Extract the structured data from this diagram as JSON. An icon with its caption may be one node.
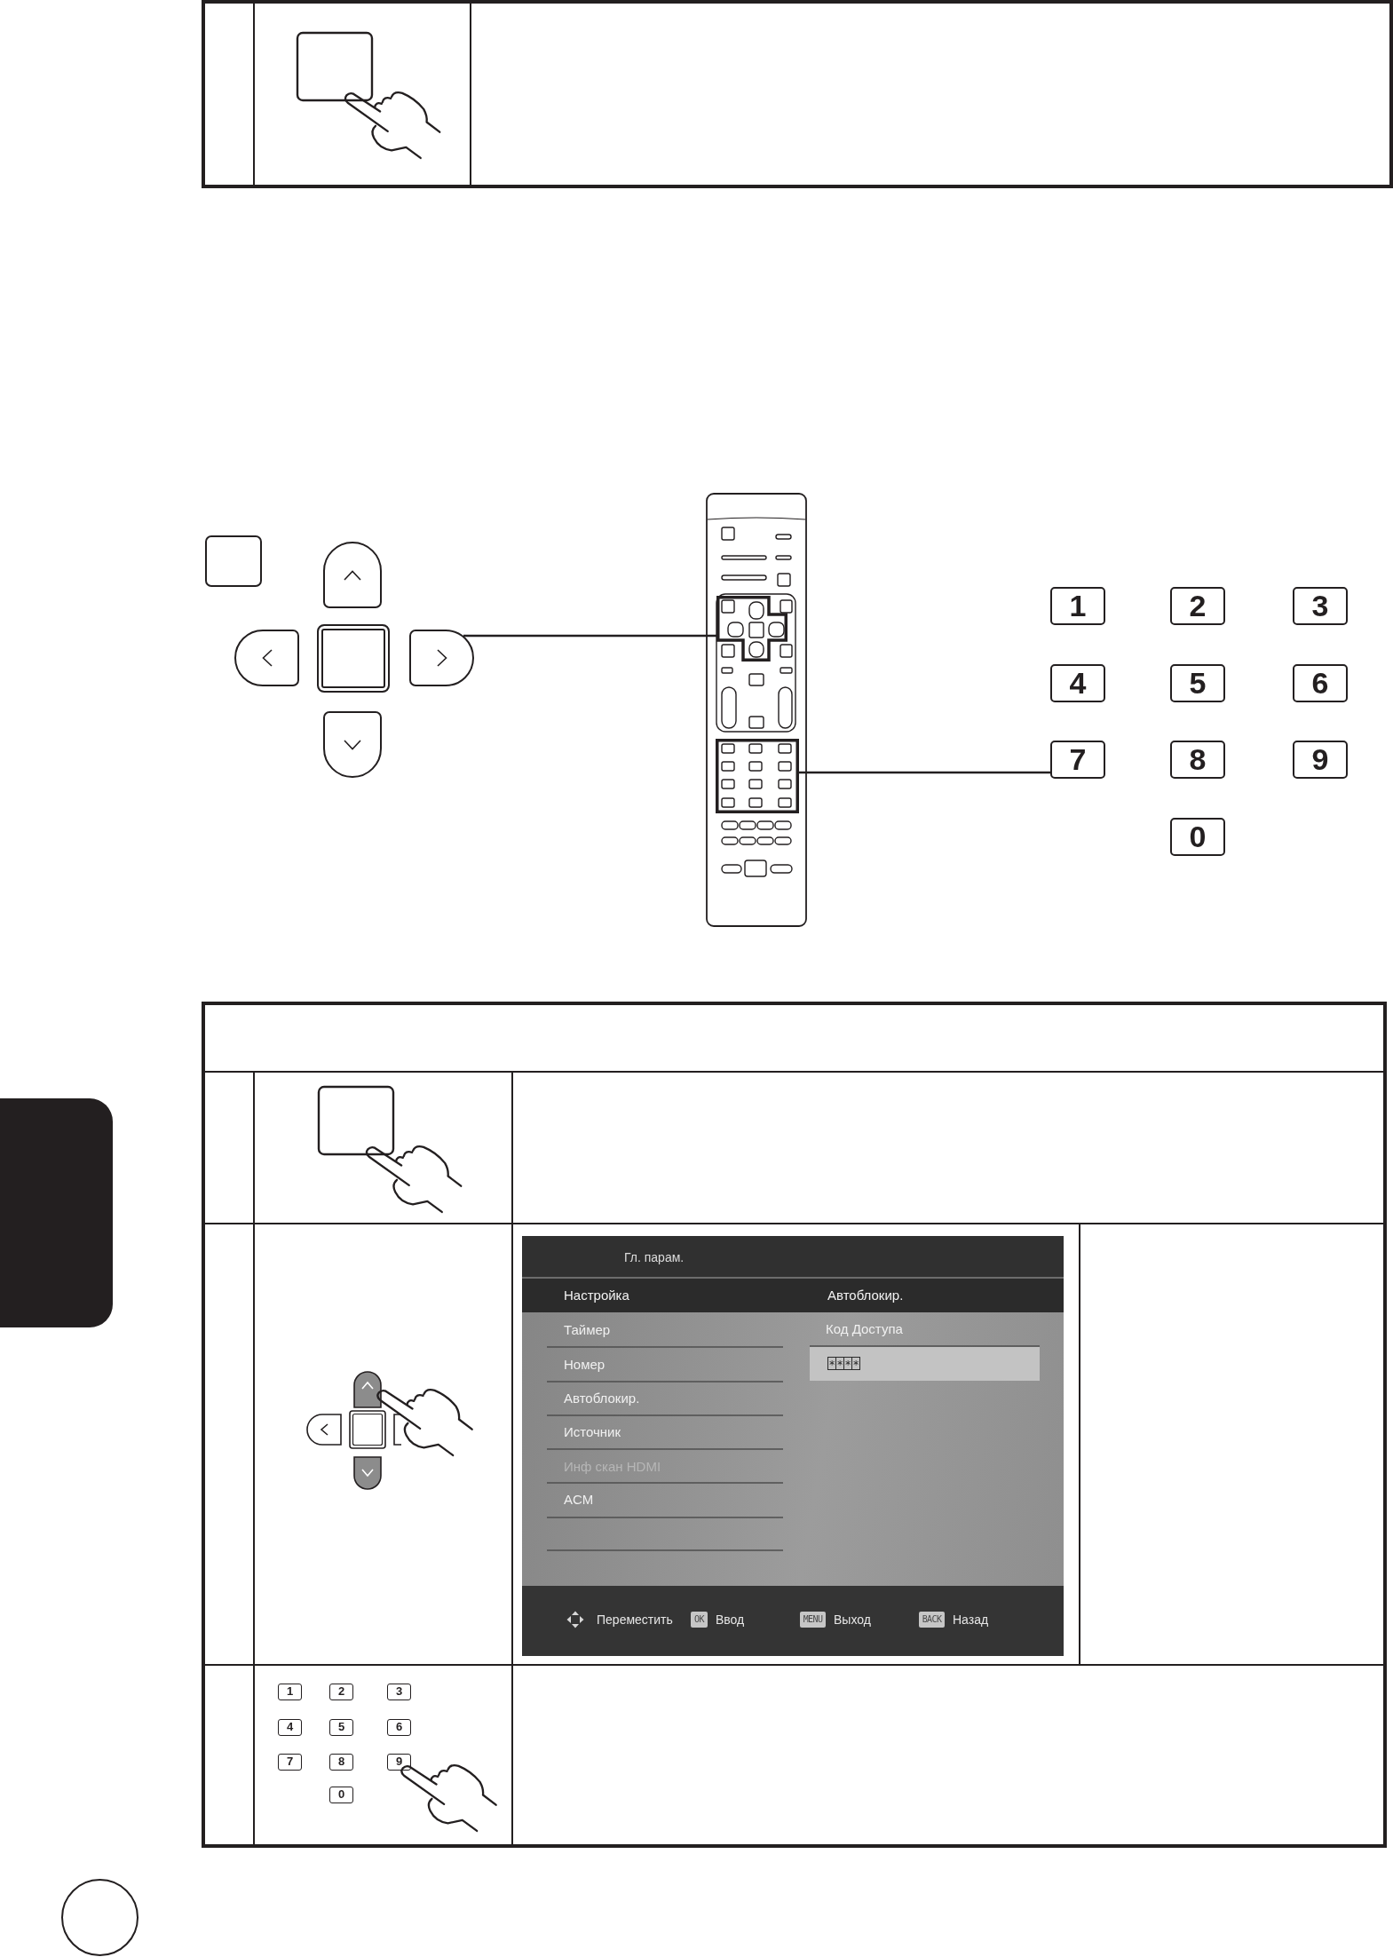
{
  "diagram": {
    "nodes": [
      {
        "text": [],
        "shape": "box"
      },
      {
        "text": [],
        "shape": "box"
      },
      {
        "text": [],
        "shape": "box"
      },
      {
        "text": [],
        "shape": "box"
      },
      {
        "text": [],
        "shape": "box"
      },
      {
        "text": [],
        "shape": "box"
      },
      {
        "text": [],
        "shape": "box"
      },
      {
        "text": [],
        "shape": "box"
      },
      {
        "text": [
          "1"
        ]
      },
      {
        "text": [
          "2"
        ]
      },
      {
        "text": [
          "3"
        ]
      },
      {
        "text": [
          "4"
        ]
      },
      {
        "text": [
          "5"
        ]
      },
      {
        "text": [
          "6"
        ]
      },
      {
        "text": [
          "7"
        ]
      },
      {
        "text": [
          "8"
        ]
      },
      {
        "text": [
          "9"
        ]
      },
      {
        "text": [
          "0"
        ]
      },
      {
        "text": [
          "1"
        ]
      },
      {
        "text": [
          "2"
        ]
      },
      {
        "text": [
          "3"
        ]
      },
      {
        "text": [
          "4"
        ]
      },
      {
        "text": [
          "5"
        ]
      },
      {
        "text": [
          "6"
        ]
      },
      {
        "text": [
          "7"
        ]
      },
      {
        "text": [
          "8"
        ]
      },
      {
        "text": [
          "9"
        ]
      },
      {
        "text": [
          "0"
        ]
      },
      {
        "text": [
          "****"
        ],
        "beside": [
          "Код Доступа"
        ]
      },
      {
        "text": [
          "OK"
        ],
        "beside": [
          "Ввод"
        ]
      },
      {
        "text": [
          "MENU"
        ],
        "beside": [
          "Выход"
        ]
      },
      {
        "text": [
          "BACK"
        ],
        "beside": [
          "Назад"
        ]
      },
      {
        "text": [],
        "shape": "box"
      },
      {
        "text": [],
        "shape": "circle"
      }
    ],
    "edges": [
      {
        "from": 4,
        "to": 6,
        "arrow": "none"
      },
      {
        "from": 7,
        "to": 14,
        "arrow": "none"
      }
    ],
    "labels": [
      "Гл. парам.",
      "Настройка",
      "Автоблокир.",
      "Таймер",
      "Номер",
      "Автоблокир.",
      "Источник",
      "Инф скан HDMI",
      "ACM",
      "Переместить"
    ]
  }
}
